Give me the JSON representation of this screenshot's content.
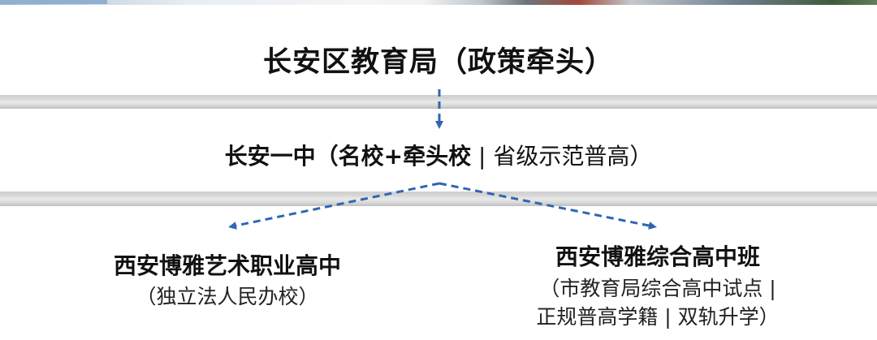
{
  "colors": {
    "arrow": "#2f66b3",
    "band": "#d4d4d4",
    "text": "#111111"
  },
  "nodes": {
    "top": "长安区教育局（政策牵头）",
    "middle_bold": "长安一中（名校+牵头校",
    "middle_rest": " | 省级示范普高）",
    "left_title": "西安博雅艺术职业高中",
    "left_sub": "（独立法人民办校）",
    "right_title": "西安博雅综合高中班",
    "right_sub_1": "（市教育局综合高中试点 |",
    "right_sub_2": "正规普高学籍 | 双轨升学）"
  }
}
